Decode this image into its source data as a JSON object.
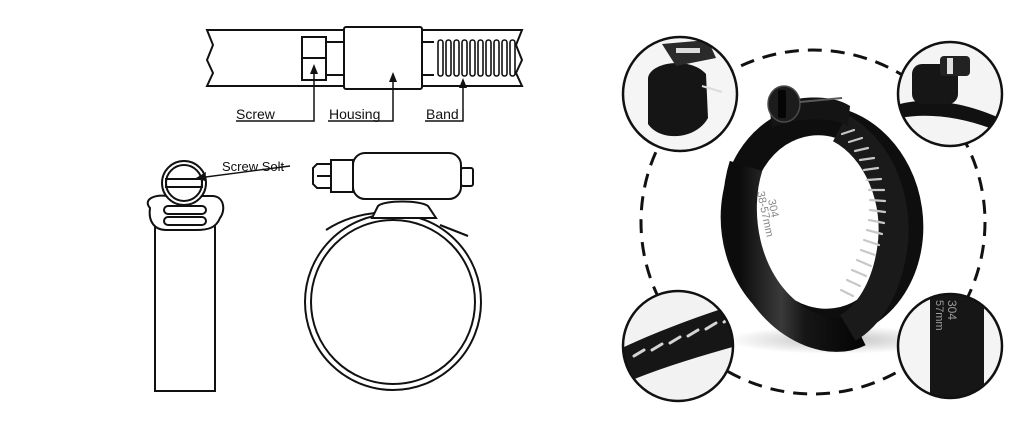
{
  "diagram": {
    "labels": {
      "screw": "Screw",
      "housing": "Housing",
      "band": "Band",
      "screw_slot": "Screw Solt"
    }
  },
  "photo": {
    "band_stamp_main": "304",
    "band_stamp_size": "38-57mm",
    "detail_stamp_main": "304",
    "detail_stamp_size": "57mm",
    "colors": {
      "band": "#1a1a1a",
      "band_highlight": "#6a6a6a",
      "slot": "#c8c8c8",
      "stamp": "#8a8a8a"
    }
  }
}
